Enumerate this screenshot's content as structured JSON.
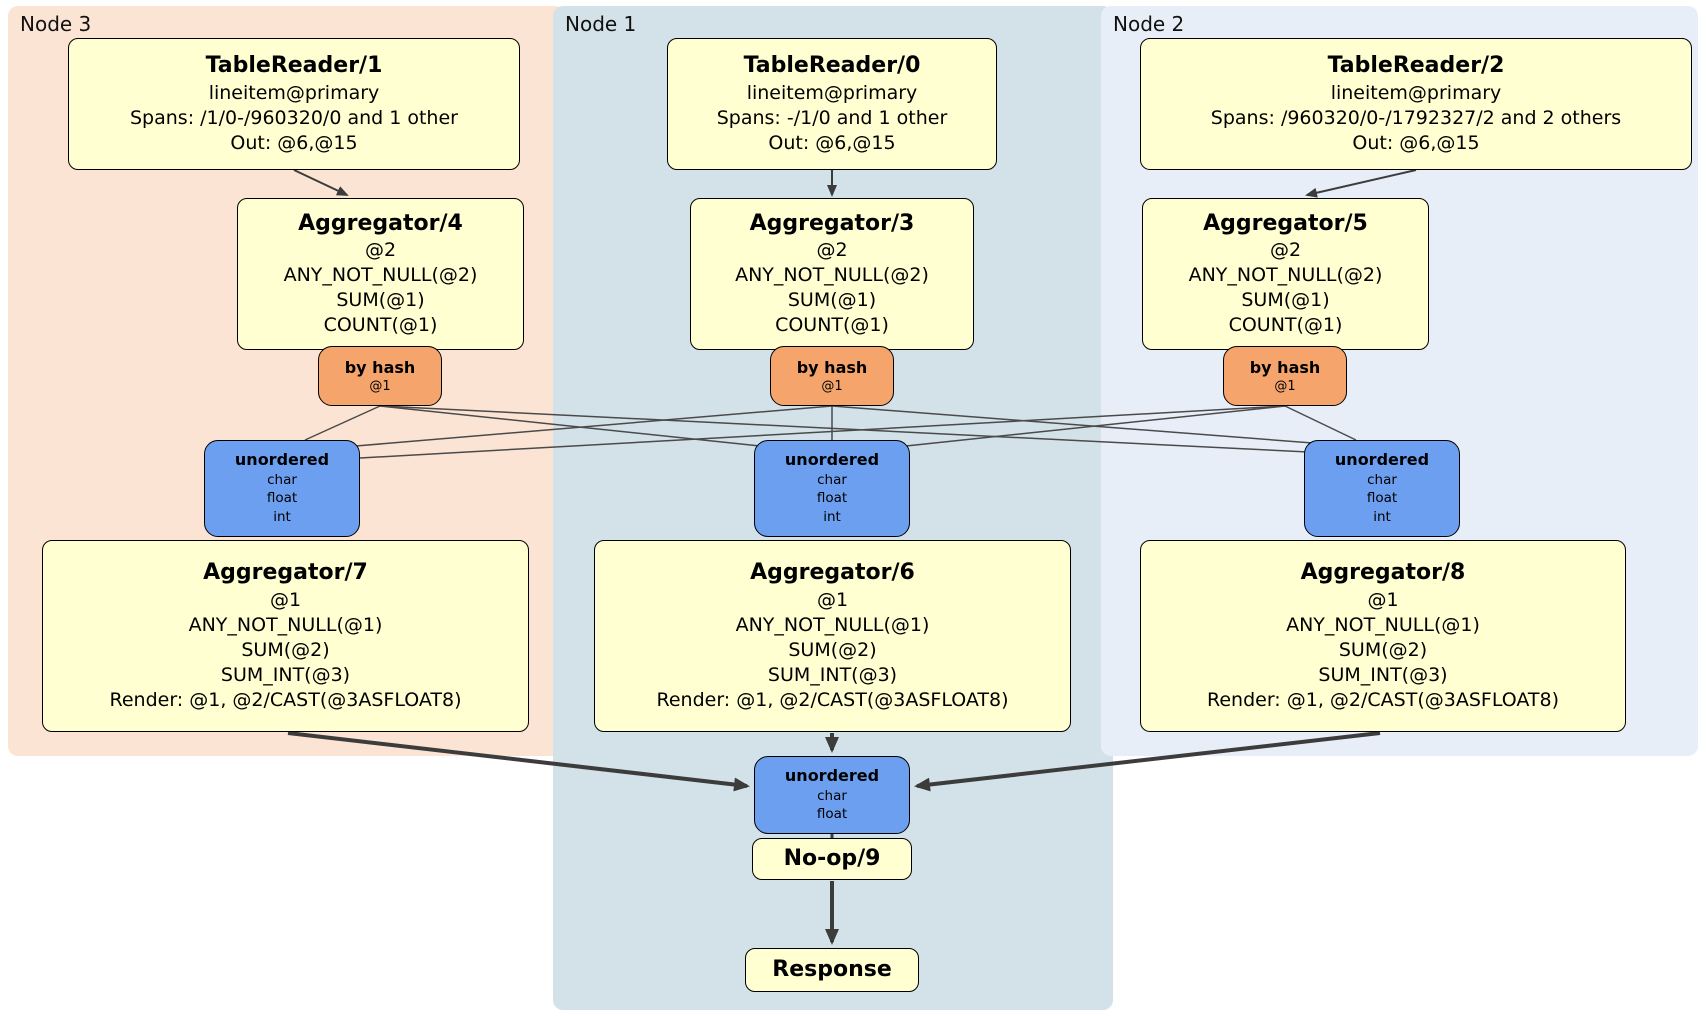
{
  "panels": {
    "node3": {
      "label": "Node 3"
    },
    "node1": {
      "label": "Node 1"
    },
    "node2": {
      "label": "Node 2"
    }
  },
  "boxes": {
    "tablereader1": {
      "title": "TableReader/1",
      "lines": [
        "lineitem@primary",
        "Spans: /1/0-/960320/0 and 1 other",
        "Out: @6,@15"
      ]
    },
    "tablereader0": {
      "title": "TableReader/0",
      "lines": [
        "lineitem@primary",
        "Spans: -/1/0 and 1 other",
        "Out: @6,@15"
      ]
    },
    "tablereader2": {
      "title": "TableReader/2",
      "lines": [
        "lineitem@primary",
        "Spans: /960320/0-/1792327/2 and 2 others",
        "Out: @6,@15"
      ]
    },
    "aggregator4": {
      "title": "Aggregator/4",
      "lines": [
        "@2",
        "ANY_NOT_NULL(@2)",
        "SUM(@1)",
        "COUNT(@1)"
      ]
    },
    "aggregator3": {
      "title": "Aggregator/3",
      "lines": [
        "@2",
        "ANY_NOT_NULL(@2)",
        "SUM(@1)",
        "COUNT(@1)"
      ]
    },
    "aggregator5": {
      "title": "Aggregator/5",
      "lines": [
        "@2",
        "ANY_NOT_NULL(@2)",
        "SUM(@1)",
        "COUNT(@1)"
      ]
    },
    "byhash3": {
      "title": "by hash",
      "sub": "@1"
    },
    "byhash1": {
      "title": "by hash",
      "sub": "@1"
    },
    "byhash2": {
      "title": "by hash",
      "sub": "@1"
    },
    "unordered3": {
      "title": "unordered",
      "lines": [
        "char",
        "float",
        "int"
      ]
    },
    "unordered1": {
      "title": "unordered",
      "lines": [
        "char",
        "float",
        "int"
      ]
    },
    "unordered2": {
      "title": "unordered",
      "lines": [
        "char",
        "float",
        "int"
      ]
    },
    "aggregator7": {
      "title": "Aggregator/7",
      "lines": [
        "@1",
        "ANY_NOT_NULL(@1)",
        "SUM(@2)",
        "SUM_INT(@3)",
        "Render: @1, @2/CAST(@3ASFLOAT8)"
      ]
    },
    "aggregator6": {
      "title": "Aggregator/6",
      "lines": [
        "@1",
        "ANY_NOT_NULL(@1)",
        "SUM(@2)",
        "SUM_INT(@3)",
        "Render: @1, @2/CAST(@3ASFLOAT8)"
      ]
    },
    "aggregator8": {
      "title": "Aggregator/8",
      "lines": [
        "@1",
        "ANY_NOT_NULL(@1)",
        "SUM(@2)",
        "SUM_INT(@3)",
        "Render: @1, @2/CAST(@3ASFLOAT8)"
      ]
    },
    "unordered_final": {
      "title": "unordered",
      "lines": [
        "char",
        "float"
      ]
    },
    "noop": {
      "title": "No-op/9"
    },
    "response": {
      "title": "Response"
    }
  },
  "colors": {
    "node3_panel": "#fce4d4",
    "node1_panel": "#d3e1e9",
    "node2_panel": "#e8eef8",
    "operator_box": "#ffffd2",
    "hash_router": "#f5a56c",
    "unordered_sync": "#6d9ff1",
    "edge": "#3c3c3c"
  }
}
